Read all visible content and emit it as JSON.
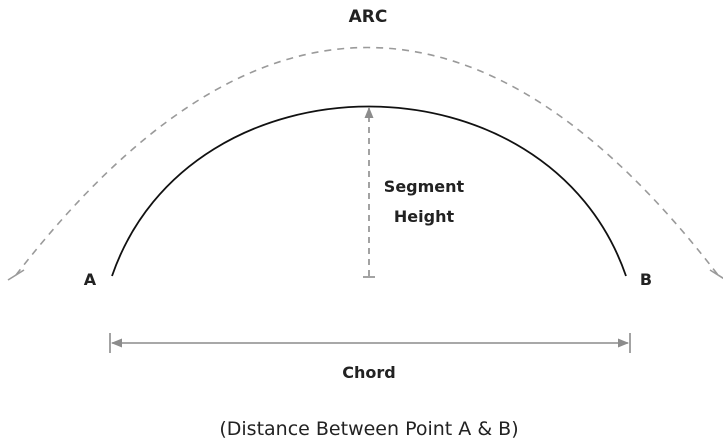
{
  "diagram": {
    "arc_label": "ARC",
    "point_a_label": "A",
    "point_b_label": "B",
    "segment_height_line1": "Segment",
    "segment_height_line2": "Height",
    "chord_label": "Chord",
    "chord_note": "(Distance Between Point A & B)"
  },
  "colors": {
    "solid_arc": "#111111",
    "dashed_arc": "#9a9a9a",
    "arrows": "#8c8c8c",
    "text": "#222222"
  }
}
